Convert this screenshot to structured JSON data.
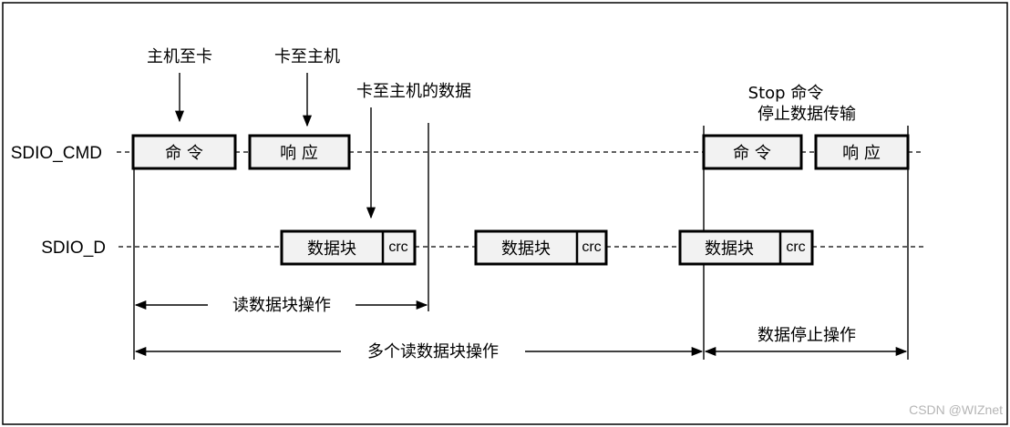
{
  "diagram": {
    "labels": {
      "host_to_card": "主机至卡",
      "card_to_host": "卡至主机",
      "card_to_host_data": "卡至主机的数据",
      "stop_cmd": "Stop 命令",
      "stop_transfer": "停止数据传输"
    },
    "signals": {
      "cmd": "SDIO_CMD",
      "data": "SDIO_D"
    },
    "cmd_blocks": [
      "命 令",
      "响 应",
      "命 令",
      "响 应"
    ],
    "data_blocks": [
      "数据块",
      "数据块",
      "数据块"
    ],
    "crc_label": "crc",
    "spans": {
      "single_read": "读数据块操作",
      "multi_read": "多个读数据块操作",
      "stop_op": "数据停止操作"
    },
    "watermark": "CSDN @WIZnet"
  }
}
